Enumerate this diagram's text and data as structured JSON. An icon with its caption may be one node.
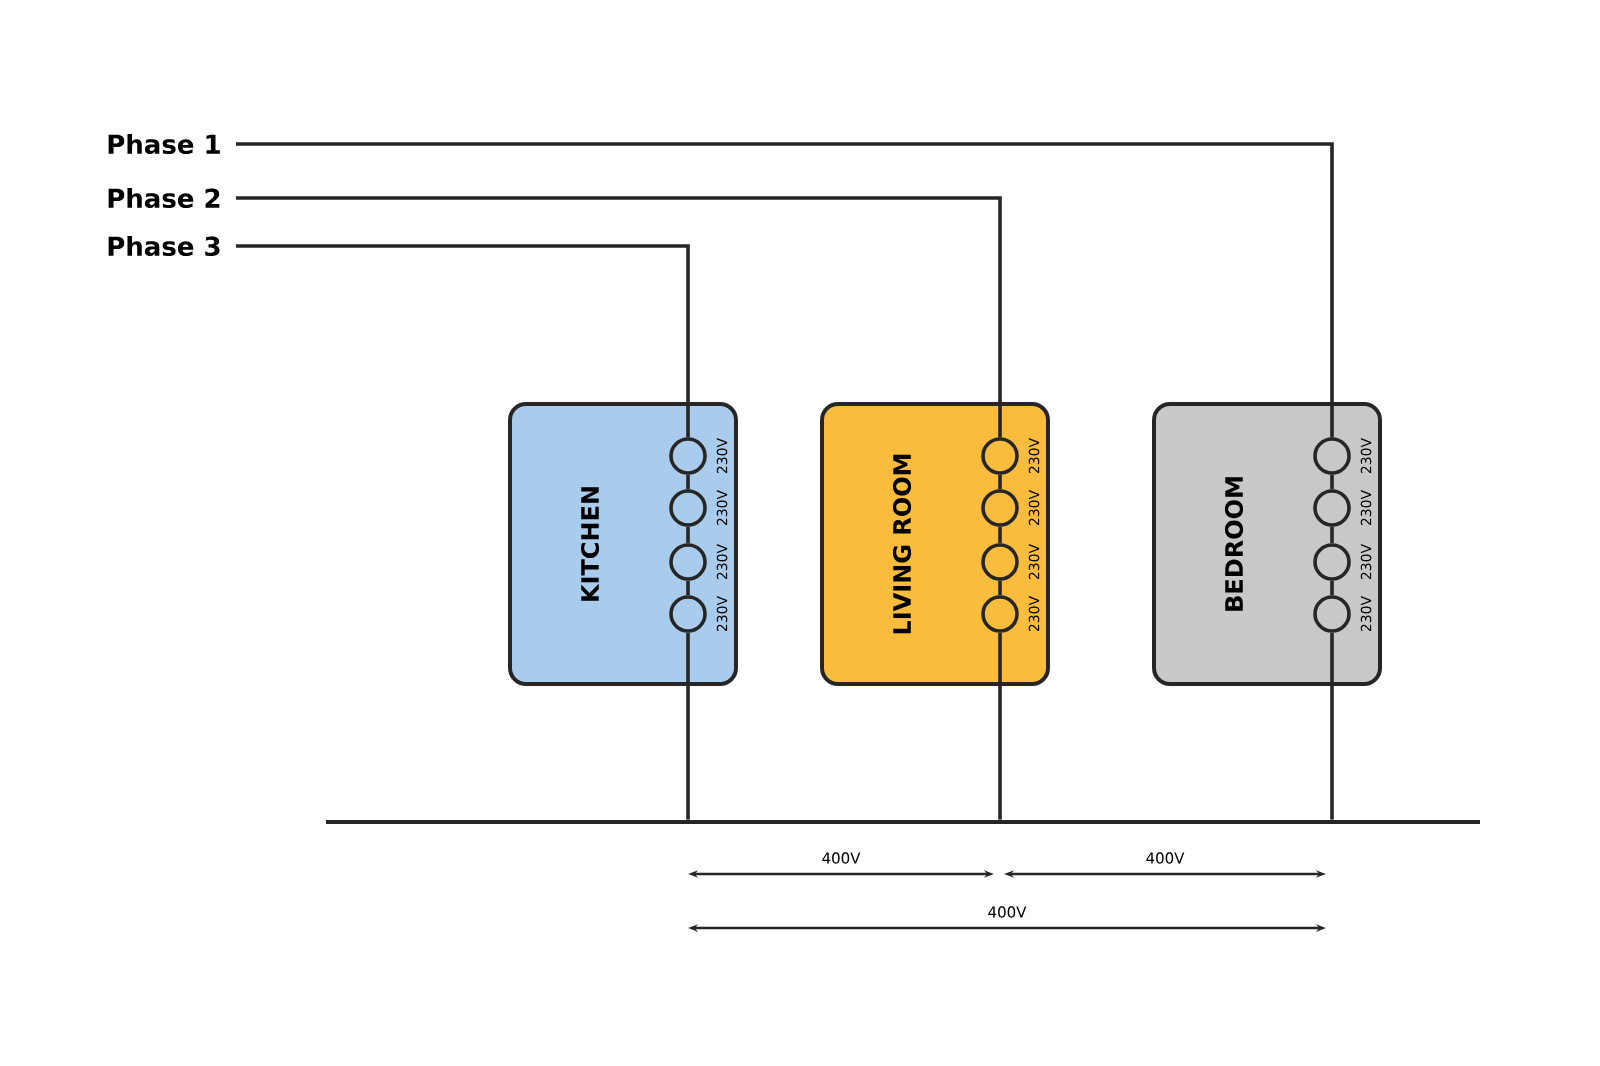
{
  "diagram": {
    "nodes": [
      {
        "text": [
          "Phase 1"
        ]
      },
      {
        "text": [
          "Phase 2"
        ]
      },
      {
        "text": [
          "Phase 3"
        ]
      },
      {
        "text": [
          "KITCHEN"
        ]
      },
      {
        "text": [],
        "shape": "circle",
        "in": 3,
        "beside": [
          "230V"
        ]
      },
      {
        "text": [],
        "shape": "circle",
        "in": 3,
        "beside": [
          "230V"
        ]
      },
      {
        "text": [],
        "shape": "circle",
        "in": 3,
        "beside": [
          "230V"
        ]
      },
      {
        "text": [],
        "shape": "circle",
        "in": 3,
        "beside": [
          "230V"
        ]
      },
      {
        "text": [
          "LIVING ROOM"
        ]
      },
      {
        "text": [],
        "shape": "circle",
        "in": 8,
        "beside": [
          "230V"
        ]
      },
      {
        "text": [],
        "shape": "circle",
        "in": 8,
        "beside": [
          "230V"
        ]
      },
      {
        "text": [],
        "shape": "circle",
        "in": 8,
        "beside": [
          "230V"
        ]
      },
      {
        "text": [],
        "shape": "circle",
        "in": 8,
        "beside": [
          "230V"
        ]
      },
      {
        "text": [
          "BEDROOM"
        ]
      },
      {
        "text": [],
        "shape": "circle",
        "in": 13,
        "beside": [
          "230V"
        ]
      },
      {
        "text": [],
        "shape": "circle",
        "in": 13,
        "beside": [
          "230V"
        ]
      },
      {
        "text": [],
        "shape": "circle",
        "in": 13,
        "beside": [
          "230V"
        ]
      },
      {
        "text": [],
        "shape": "circle",
        "in": 13,
        "beside": [
          "230V"
        ]
      },
      {
        "text": [],
        "shape": "bar"
      }
    ],
    "edges": [
      {
        "from": 0,
        "to": 14,
        "arrow": "none"
      },
      {
        "from": 14,
        "to": 15,
        "arrow": "none"
      },
      {
        "from": 15,
        "to": 16,
        "arrow": "none"
      },
      {
        "from": 16,
        "to": 17,
        "arrow": "none"
      },
      {
        "from": 17,
        "to": 18,
        "arrow": "none"
      },
      {
        "from": 1,
        "to": 9,
        "arrow": "none"
      },
      {
        "from": 9,
        "to": 10,
        "arrow": "none"
      },
      {
        "from": 10,
        "to": 11,
        "arrow": "none"
      },
      {
        "from": 11,
        "to": 12,
        "arrow": "none"
      },
      {
        "from": 12,
        "to": 18,
        "arrow": "none"
      },
      {
        "from": 2,
        "to": 4,
        "arrow": "none"
      },
      {
        "from": 4,
        "to": 5,
        "arrow": "none"
      },
      {
        "from": 5,
        "to": 6,
        "arrow": "none"
      },
      {
        "from": 6,
        "to": 7,
        "arrow": "none"
      },
      {
        "from": 7,
        "to": 18,
        "arrow": "none"
      }
    ],
    "labels": [
      "400V",
      "400V",
      "400V"
    ]
  }
}
